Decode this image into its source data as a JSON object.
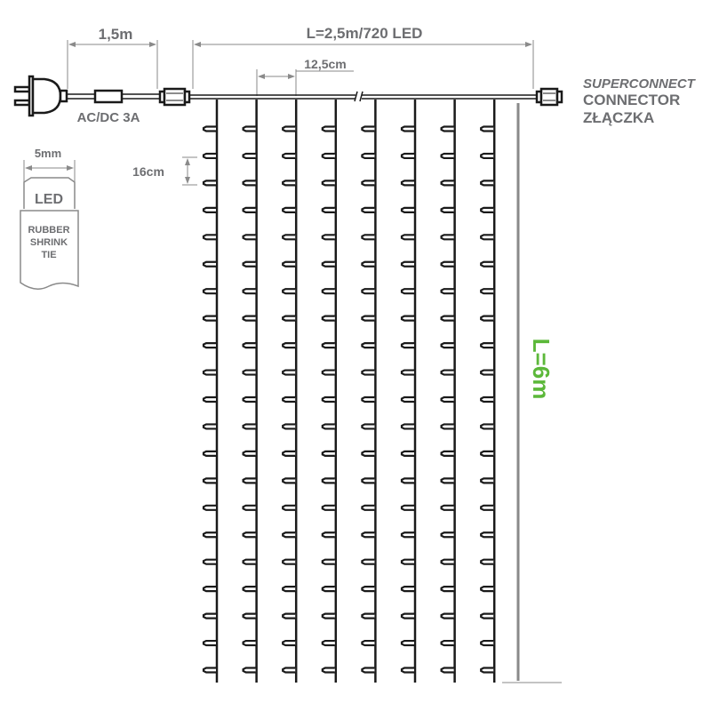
{
  "dimensions": {
    "feed_cable": "1,5m",
    "width_leds": "L=2,5m/720 LED",
    "strand_spacing": "12,5cm",
    "led_spacing": "16cm",
    "height": "L=6m"
  },
  "power": {
    "label": "AC/DC 3A"
  },
  "connector": {
    "brand": "SUPERCONNECT",
    "line1": "CONNECTOR",
    "line2": "ZŁĄCZKA"
  },
  "led_detail": {
    "size": "5mm",
    "led": "LED",
    "tie_line1": "RUBBER",
    "tie_line2": "SHRINK",
    "tie_line3": "TIE"
  },
  "curtain": {
    "strands": 8,
    "leds_per_strand_shown": 21
  },
  "colors": {
    "text": "#6d6e71",
    "accent": "#5cb83a",
    "line": "#1a1a1a"
  }
}
